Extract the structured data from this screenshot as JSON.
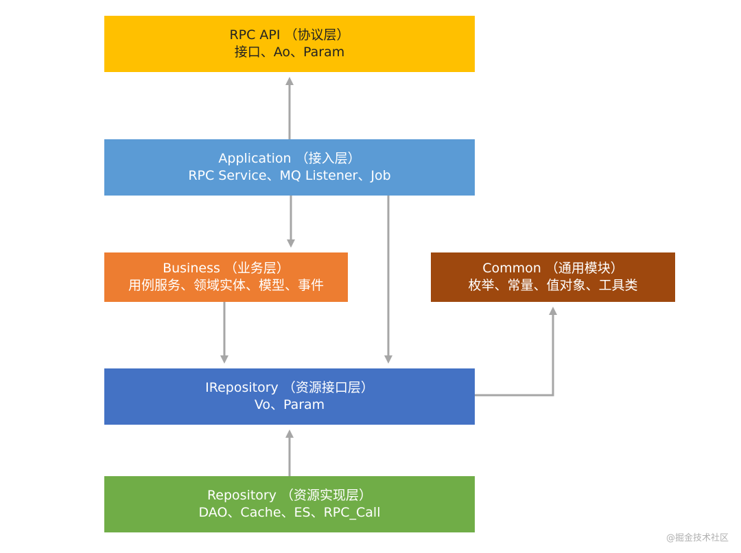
{
  "boxes": {
    "rpc_api": {
      "title": "RPC API （协议层）",
      "subtitle": "接口、Ao、Param",
      "color": "#FFC000"
    },
    "application": {
      "title": "Application （接入层）",
      "subtitle": "RPC Service、MQ Listener、Job",
      "color": "#5B9BD5"
    },
    "business": {
      "title": "Business （业务层）",
      "subtitle": "用例服务、领域实体、模型、事件",
      "color": "#ED7D31"
    },
    "common": {
      "title": "Common （通用模块）",
      "subtitle": "枚举、常量、值对象、工具类",
      "color": "#9E480E"
    },
    "irepository": {
      "title": "IRepository （资源接口层）",
      "subtitle": "Vo、Param",
      "color": "#4472C4"
    },
    "repository": {
      "title": "Repository （资源实现层）",
      "subtitle": "DAO、Cache、ES、RPC_Call",
      "color": "#70AD47"
    }
  },
  "connector_color": "#A6A6A6",
  "watermark": "@掘金技术社区"
}
